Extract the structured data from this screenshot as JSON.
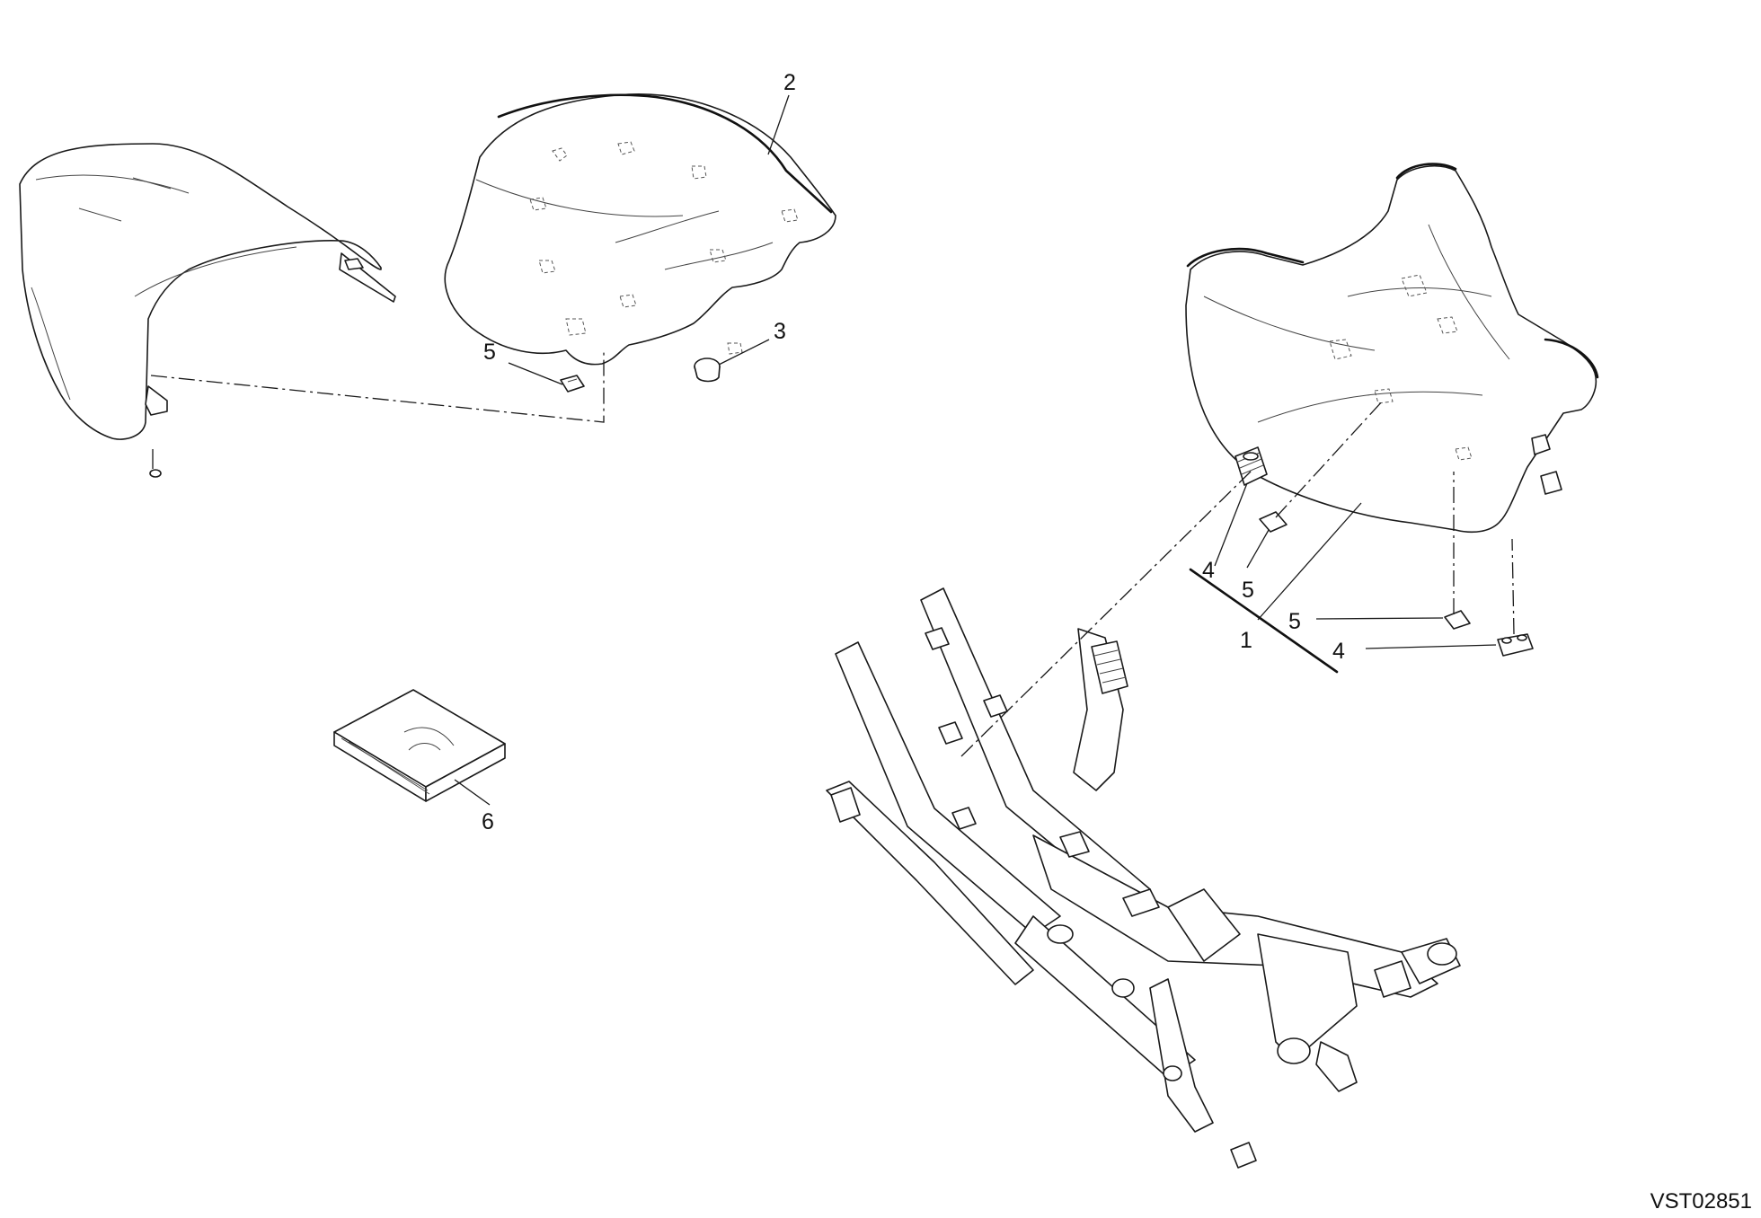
{
  "drawing_code": "VST02851",
  "callouts": [
    {
      "id": "c2",
      "text": "2"
    },
    {
      "id": "c3",
      "text": "3"
    },
    {
      "id": "c5a",
      "text": "5"
    },
    {
      "id": "c6",
      "text": "6"
    },
    {
      "id": "c4a",
      "text": "4"
    },
    {
      "id": "c5b",
      "text": "5"
    },
    {
      "id": "c1",
      "text": "1"
    },
    {
      "id": "c5c",
      "text": "5"
    },
    {
      "id": "c4b",
      "text": "4"
    }
  ],
  "colors": {
    "line": "#1a1a1a",
    "background": "#ffffff"
  }
}
